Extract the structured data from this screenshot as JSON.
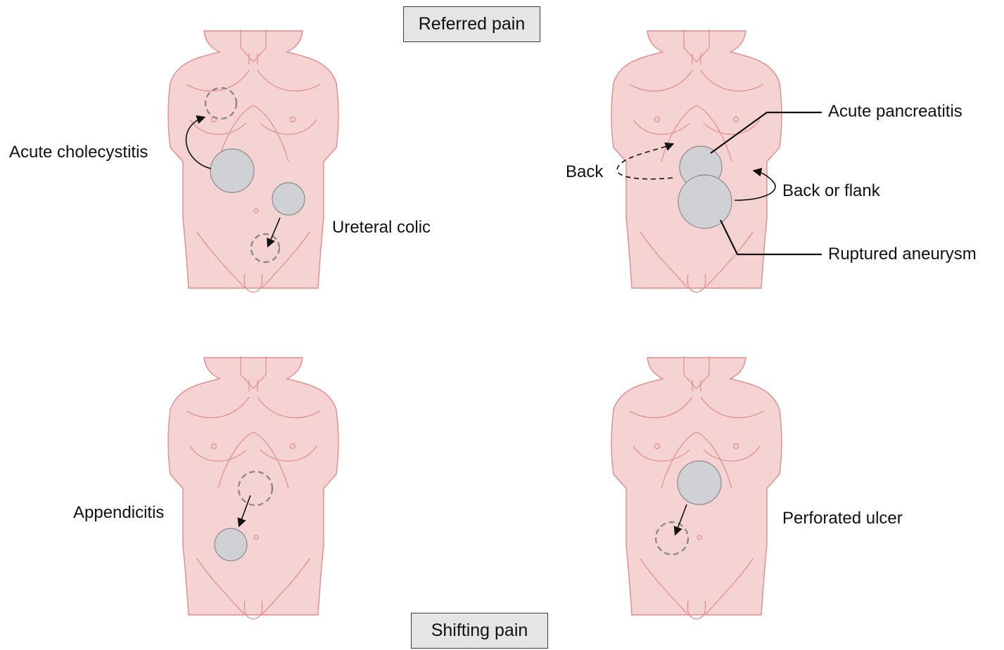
{
  "titles": {
    "referred": "Referred pain",
    "shifting": "Shifting pain"
  },
  "labels": {
    "acute_cholecystitis": "Acute cholecystitis",
    "ureteral_colic": "Ureteral colic",
    "back": "Back",
    "acute_pancreatitis": "Acute pancreatitis",
    "back_or_flank": "Back or flank",
    "ruptured_aneurysm": "Ruptured aneurysm",
    "appendicitis": "Appendicitis",
    "perforated_ulcer": "Perforated ulcer"
  },
  "colors": {
    "skin_fill": "#f6d3d3",
    "skin_outline": "#e38a8a",
    "pain_fill": "#cfd1d4",
    "pain_stroke": "#8a8a8a",
    "leader": "#111111"
  }
}
